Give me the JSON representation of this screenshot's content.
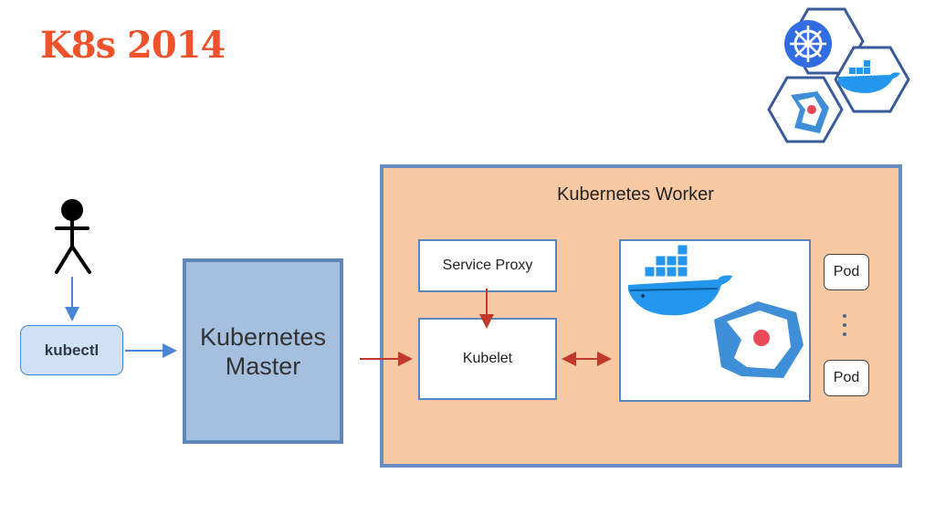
{
  "slide": {
    "title": "K8s 2014",
    "title_color": "#f0522b"
  },
  "diagram": {
    "kubectl_label": "kubectl",
    "master_label_line1": "Kubernetes",
    "master_label_line2": "Master",
    "worker_title": "Kubernetes Worker",
    "service_proxy_label": "Service Proxy",
    "kubelet_label": "Kubelet",
    "pods": [
      "Pod",
      "Pod"
    ],
    "icons": [
      "user-icon",
      "docker-whale-icon",
      "rkt-icon",
      "kubernetes-logo-icon"
    ],
    "colors": {
      "master_fill": "#a5bfdf",
      "worker_fill": "#f8c9a2",
      "blue_arrow": "#4a86d8",
      "red_arrow": "#c0392b"
    }
  }
}
